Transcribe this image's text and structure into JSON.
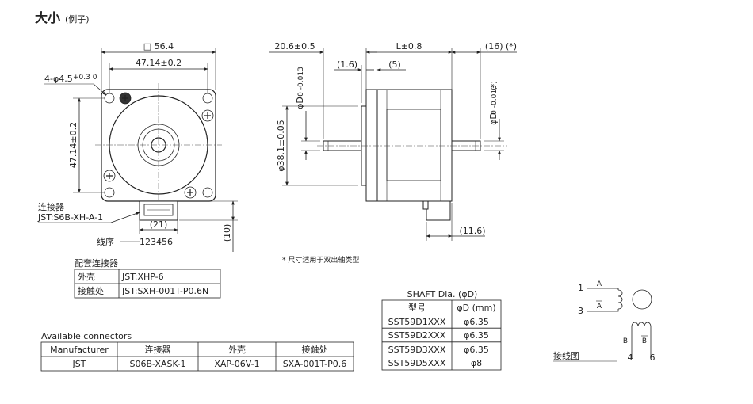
{
  "header": {
    "title": "大小",
    "subtitle": "(例子)"
  },
  "front_view": {
    "square": "□ 56.4",
    "pitch_h": "47.14±0.2",
    "pitch_v": "47.14±0.2",
    "hole": "4-φ4.5",
    "hole_tol": "+0.3 0",
    "connector_label_line1": "连接器",
    "connector_label_line2": "JST:S6B-XH-A-1",
    "connector_width": "(21)",
    "connector_height": "(10)",
    "wire_order_label": "线序",
    "wire_order": "123456"
  },
  "side_view": {
    "flange": "20.6±0.5",
    "length": "L±0.8",
    "rear_shaft": "(16) (*)",
    "front_step": "(1.6)",
    "front_boss": "(5)",
    "shaft_dia_front": "φD",
    "shaft_dia_front_tol": "0 -0.013",
    "boss_dia": "φ38.1±0.05",
    "shaft_dia_rear": "φD",
    "shaft_dia_rear_tol": "0 -0.013",
    "rear_shaft_mark": "(*)",
    "connector_depth": "(11.6)",
    "note": "* 尺寸适用于双出轴类型"
  },
  "mating_connectors": {
    "title": "配套连接器",
    "rows": [
      [
        "外壳",
        "JST:XHP-6"
      ],
      [
        "接触处",
        "JST:SXH-001T-P0.6N"
      ]
    ]
  },
  "available_connectors": {
    "title": "Available connectors",
    "headers": [
      "Manufacturer",
      "连接器",
      "外壳",
      "接触处"
    ],
    "rows": [
      [
        "JST",
        "S06B-XASK-1",
        "XAP-06V-1",
        "SXA-001T-P0.6"
      ]
    ]
  },
  "shaft_table": {
    "title": "SHAFT Dia. (φD)",
    "headers": [
      "型号",
      "φD (mm)"
    ],
    "rows": [
      [
        "SST59D1XXX",
        "φ6.35"
      ],
      [
        "SST59D2XXX",
        "φ6.35"
      ],
      [
        "SST59D3XXX",
        "φ6.35"
      ],
      [
        "SST59D5XXX",
        "φ8"
      ]
    ]
  },
  "wiring": {
    "label": "接线图",
    "pin1": "1",
    "pin3": "3",
    "pin4": "4",
    "pin6": "6",
    "phase_a": "A",
    "phase_a_bar": "A",
    "phase_b": "B",
    "phase_b_bar": "B"
  }
}
